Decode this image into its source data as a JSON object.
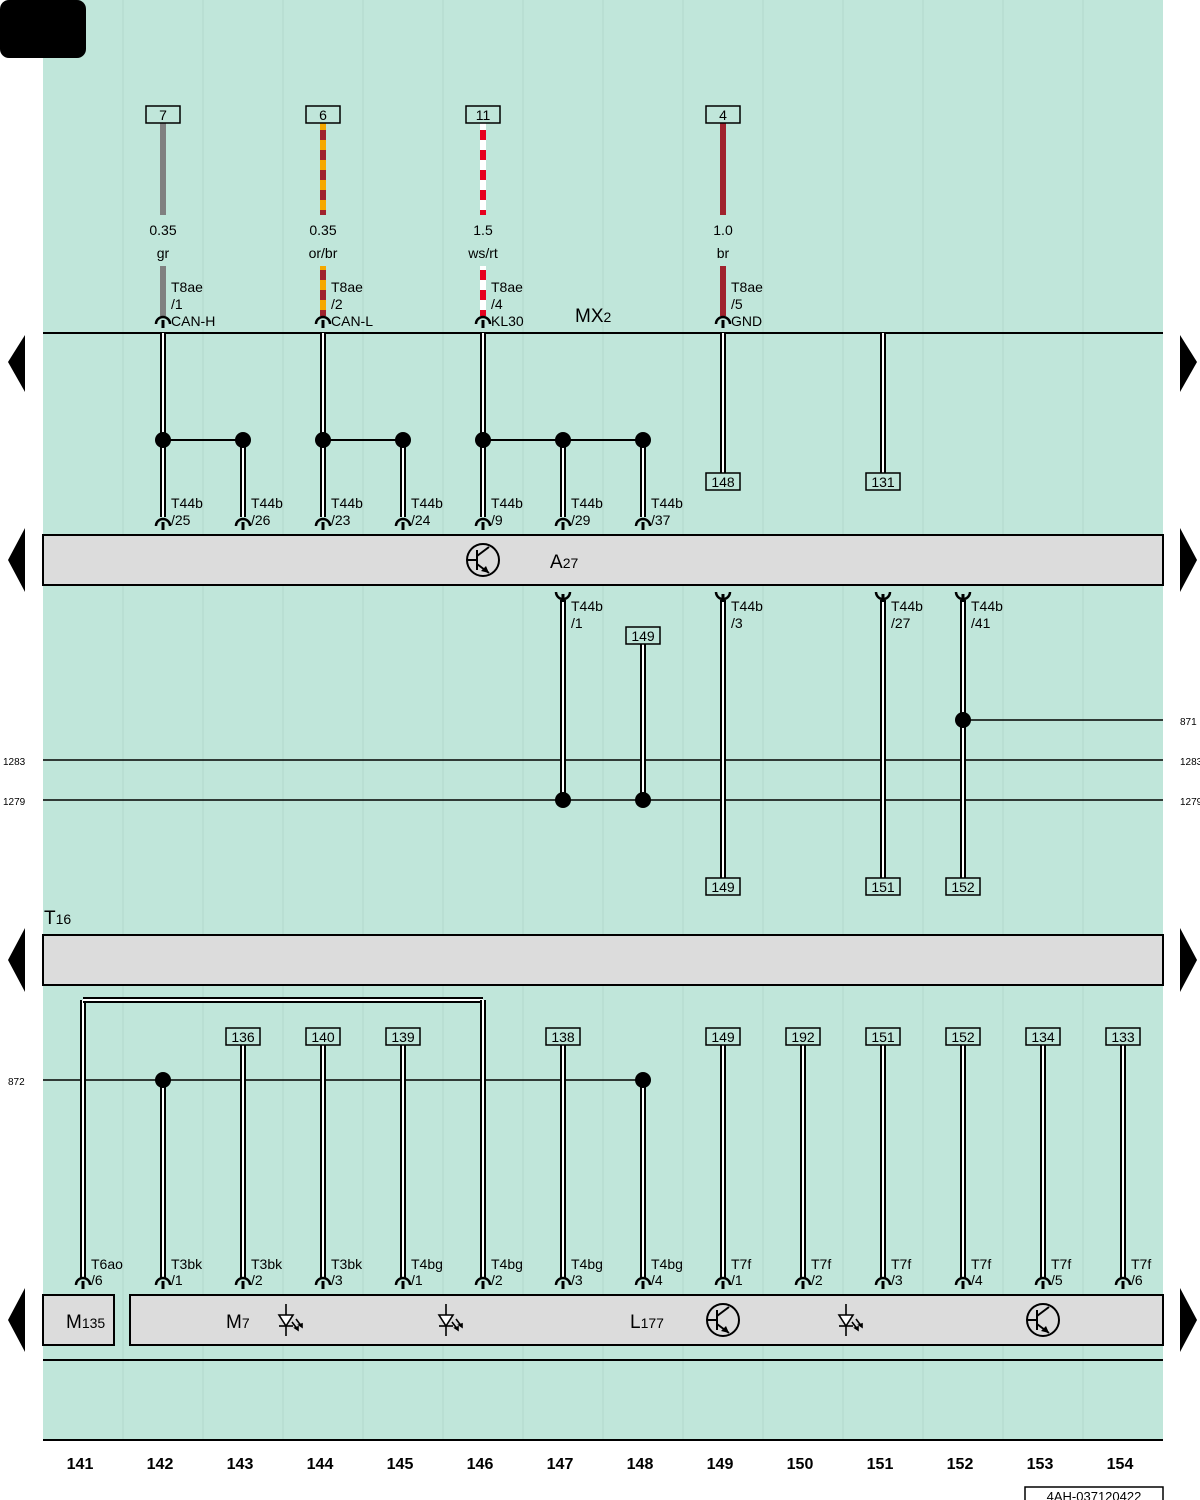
{
  "page": {
    "sheet_id": "4AH-037120422"
  },
  "colors": {
    "background": "#c0e6da",
    "band": "#dcdcdc",
    "gr": "#808080",
    "or": "#f5a800",
    "br": "#a0232d",
    "rt": "#e6001e",
    "ws": "#ffffff"
  },
  "columns": [
    "141",
    "142",
    "143",
    "144",
    "145",
    "146",
    "147",
    "148",
    "149",
    "150",
    "151",
    "152",
    "153",
    "154"
  ],
  "components": [
    {
      "id": "MX",
      "sub": "2"
    },
    {
      "id": "A",
      "sub": "27"
    },
    {
      "id": "T",
      "sub": "16"
    },
    {
      "id": "M",
      "sub": "135"
    },
    {
      "id": "M",
      "sub": "7"
    },
    {
      "id": "L",
      "sub": "177"
    }
  ],
  "top_wires": [
    {
      "ref": "7",
      "size": "0.35",
      "color": "gr",
      "conn": "T8ae",
      "pin": "/1",
      "signal": "CAN-H"
    },
    {
      "ref": "6",
      "size": "0.35",
      "color": "or/br",
      "conn": "T8ae",
      "pin": "/2",
      "signal": "CAN-L"
    },
    {
      "ref": "11",
      "size": "1.5",
      "color": "ws/rt",
      "conn": "T8ae",
      "pin": "/4",
      "signal": "KL30"
    },
    {
      "ref": "4",
      "size": "1.0",
      "color": "br",
      "conn": "T8ae",
      "pin": "/5",
      "signal": "GND"
    }
  ],
  "a27_top_pins": [
    {
      "conn": "T44b",
      "pin": "/25"
    },
    {
      "conn": "T44b",
      "pin": "/26"
    },
    {
      "conn": "T44b",
      "pin": "/23"
    },
    {
      "conn": "T44b",
      "pin": "/24"
    },
    {
      "conn": "T44b",
      "pin": "/9"
    },
    {
      "conn": "T44b",
      "pin": "/29"
    },
    {
      "conn": "T44b",
      "pin": "/37"
    }
  ],
  "a27_bottom_pins": [
    {
      "conn": "T44b",
      "pin": "/1"
    },
    {
      "conn": "T44b",
      "pin": "/3"
    },
    {
      "conn": "T44b",
      "pin": "/27"
    },
    {
      "conn": "T44b",
      "pin": "/41"
    }
  ],
  "refs_upper": [
    "148",
    "131",
    "149",
    "149",
    "151",
    "152"
  ],
  "bus_labels": [
    {
      "left": "1283",
      "right": "1283"
    },
    {
      "left": "1279",
      "right": "1279"
    },
    {
      "right": "871"
    },
    {
      "left": "872"
    }
  ],
  "refs_lower": [
    "136",
    "140",
    "139",
    "138",
    "149",
    "192",
    "151",
    "152",
    "134",
    "133"
  ],
  "bottom_pins": [
    {
      "conn": "T6ao",
      "pin": "/6"
    },
    {
      "conn": "T3bk",
      "pin": "/1"
    },
    {
      "conn": "T3bk",
      "pin": "/2"
    },
    {
      "conn": "T3bk",
      "pin": "/3"
    },
    {
      "conn": "T4bg",
      "pin": "/1"
    },
    {
      "conn": "T4bg",
      "pin": "/2"
    },
    {
      "conn": "T4bg",
      "pin": "/3"
    },
    {
      "conn": "T4bg",
      "pin": "/4"
    },
    {
      "conn": "T7f",
      "pin": "/1"
    },
    {
      "conn": "T7f",
      "pin": "/2"
    },
    {
      "conn": "T7f",
      "pin": "/3"
    },
    {
      "conn": "T7f",
      "pin": "/4"
    },
    {
      "conn": "T7f",
      "pin": "/5"
    },
    {
      "conn": "T7f",
      "pin": "/6"
    }
  ]
}
